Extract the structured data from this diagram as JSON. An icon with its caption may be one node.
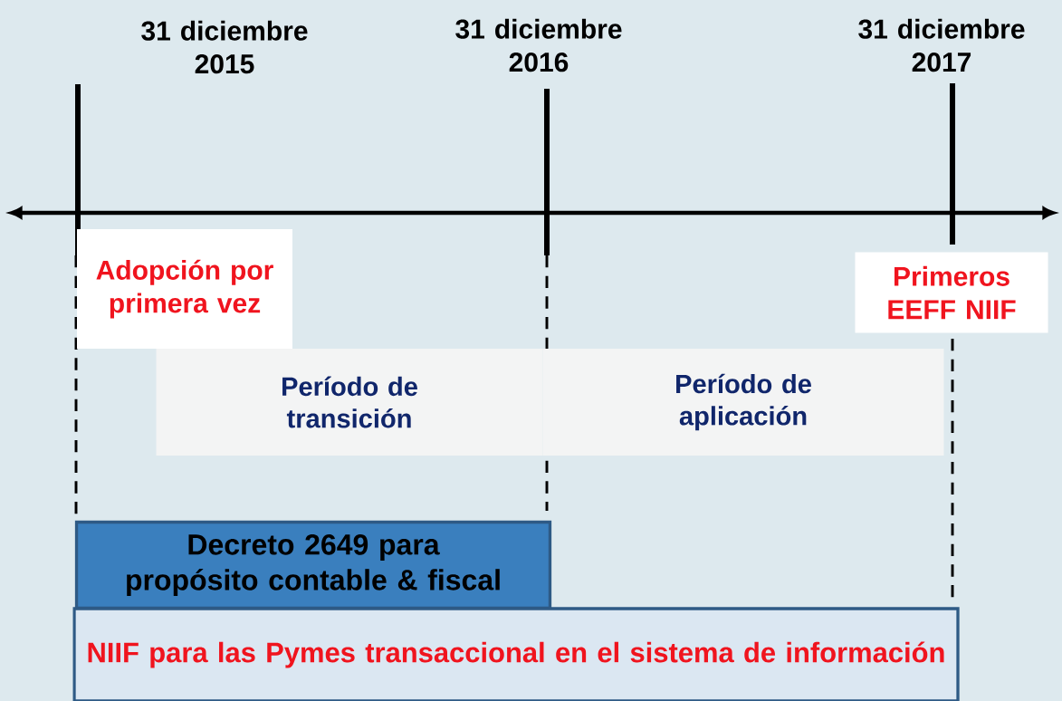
{
  "diagram": {
    "nodes": [
      {
        "text": [
          "31 diciembre 2015"
        ]
      },
      {
        "text": [
          "31 diciembre 2016"
        ]
      },
      {
        "text": [
          "31 diciembre 2017"
        ]
      },
      {
        "text": [
          "Adopción por primera vez"
        ]
      },
      {
        "text": [
          "Primeros EEFF NIIF"
        ]
      },
      {
        "text": [
          "Período de transición"
        ]
      },
      {
        "text": [
          "Período de aplicación"
        ]
      },
      {
        "text": [
          "Decreto 2649 para propósito contable & fiscal"
        ]
      },
      {
        "text": [
          "NIIF para las Pymes transaccional en el sistema de información"
        ]
      }
    ]
  }
}
